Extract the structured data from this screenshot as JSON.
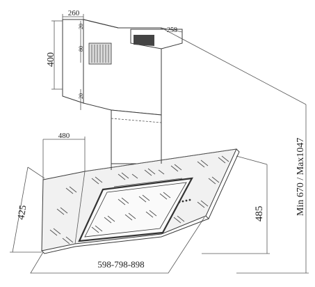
{
  "dimensions": {
    "chimney_width": "260",
    "chimney_depth": "259",
    "chimney_height": "400",
    "outlet_offset": "80",
    "top_offset": "20",
    "lower_offset": "20",
    "canopy_depth": "480",
    "glass_side": "425",
    "canopy_height": "485",
    "overall_height": "Min 670 / Max1047",
    "widths": "598-798-898"
  }
}
